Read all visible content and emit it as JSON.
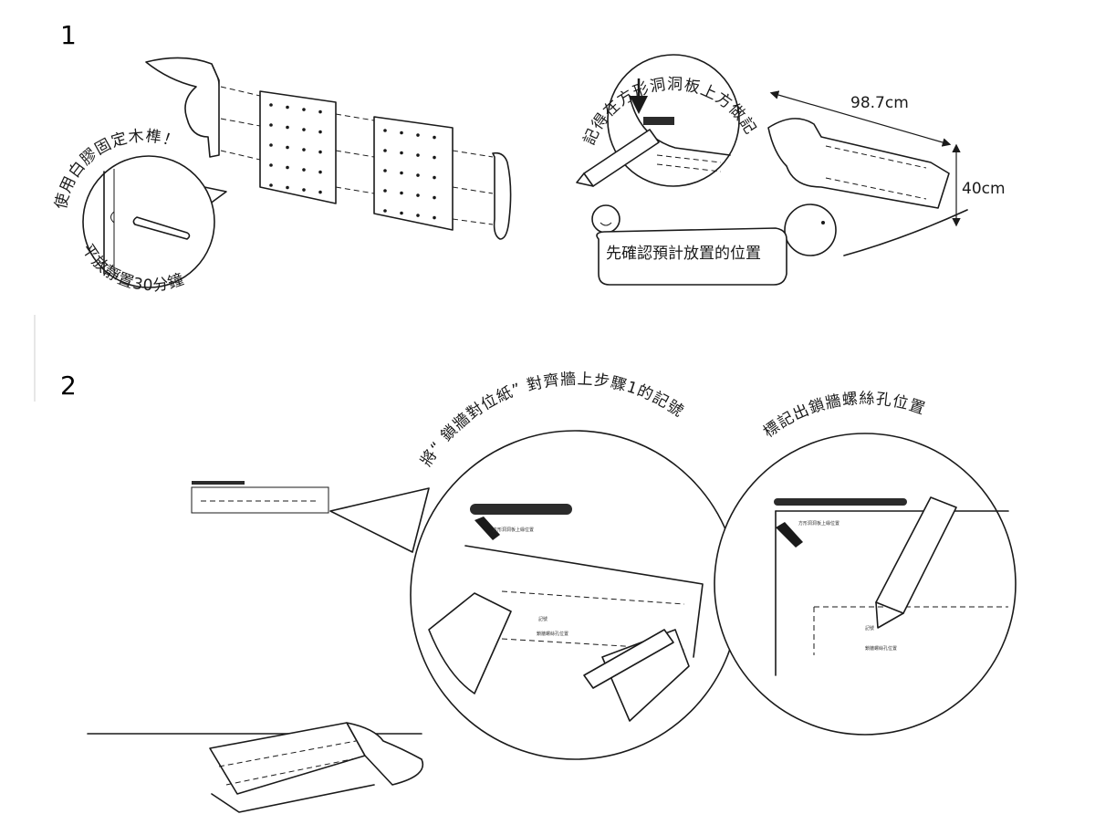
{
  "steps": [
    {
      "number": "1",
      "glue_callout": {
        "top_text": "使用白膠固定木榫！",
        "bottom_text": "平放靜置30分鐘"
      },
      "mark_callout": {
        "text": "記得在方形洞洞板上方做記號唷！"
      },
      "speech_bubble": "先確認預計放置的位置",
      "dimensions": {
        "width": "98.7cm",
        "height": "40cm"
      }
    },
    {
      "number": "2",
      "instruction_left": "將“ 鎖牆對位紙” 對齊牆上步驟1的記號",
      "instruction_right": "標記出鎖牆螺絲孔位置",
      "paper_tiny_labels": {
        "top": "方形洞洞板上緣位置",
        "mark": "記號",
        "hole": "鎖牆螺絲孔位置"
      }
    }
  ]
}
